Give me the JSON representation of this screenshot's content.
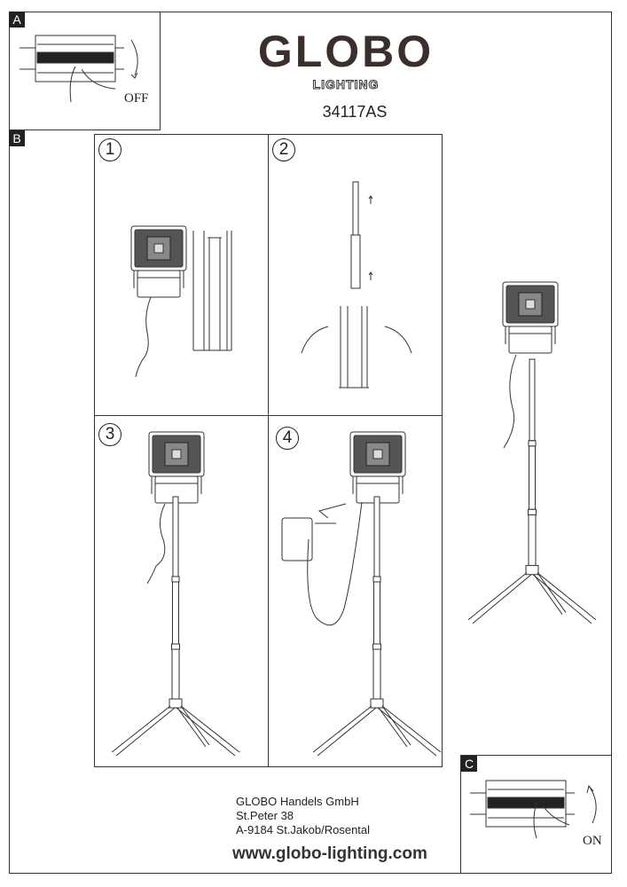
{
  "brand": {
    "name": "GLOBO",
    "sub": "LIGHTING"
  },
  "model": "34117AS",
  "sections": {
    "a": "A",
    "b": "B",
    "c": "C"
  },
  "switch_labels": {
    "off": "OFF",
    "on": "ON"
  },
  "steps": [
    "1",
    "2",
    "3",
    "4"
  ],
  "footer": {
    "company": "GLOBO Handels GmbH",
    "street": "St.Peter 38",
    "city": "A-9184 St.Jakob/Rosental",
    "website": "www.globo-lighting.com"
  }
}
